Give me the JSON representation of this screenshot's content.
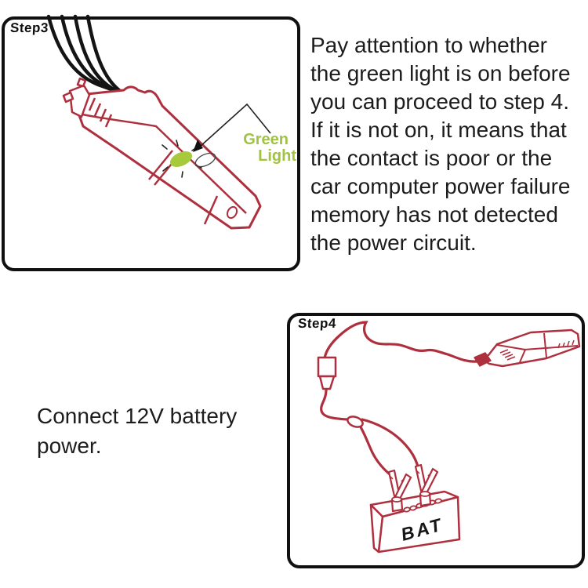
{
  "colors": {
    "outline_black": "#141414",
    "drawing_red": "#ae2f3d",
    "green_light": "#a6ca3c",
    "green_label_text": "#a2c243",
    "body_text": "#1c1c1c"
  },
  "step3_panel": {
    "label": "Step3",
    "green_light_label_line1": "Green",
    "green_light_label_line2": "Light"
  },
  "step3_note": {
    "lines": [
      "Pay attention to whether",
      "the green light is on before",
      "you can proceed to step 4.",
      "If it is not on, it means that",
      "the contact is poor or the",
      "car computer power failure",
      "memory has not detected",
      "the power circuit."
    ]
  },
  "step4_panel": {
    "label": "Step4",
    "battery_text": "BAT"
  },
  "step4_note": {
    "lines": [
      "Connect 12V battery",
      "power."
    ]
  }
}
